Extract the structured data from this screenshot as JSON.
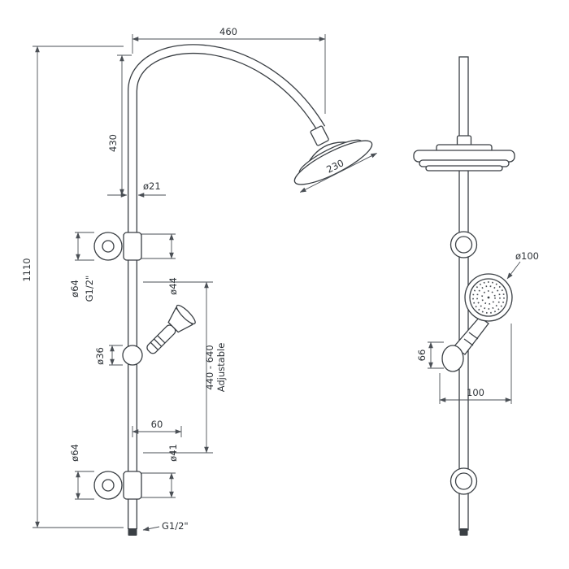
{
  "drawing": {
    "front": {
      "overall_height": "1110",
      "top_width": "460",
      "arc_height": "430",
      "pipe_diameter": "ø21",
      "head_diameter": "230",
      "mid_bracket_diameter": "ø64",
      "mid_thread": "G1/2\"",
      "slider_diameter": "ø44",
      "holder_diameter": "ø36",
      "adjust_range": "440 - 640",
      "adjust_word": "Adjustable",
      "bottom_offset": "60",
      "bottom_bracket_diameter": "ø64",
      "bottom_collar_diameter": "ø41",
      "bottom_thread": "G1/2\""
    },
    "side": {
      "hand_head_diameter": "ø100",
      "holder_height": "66",
      "hand_offset": "100"
    }
  }
}
